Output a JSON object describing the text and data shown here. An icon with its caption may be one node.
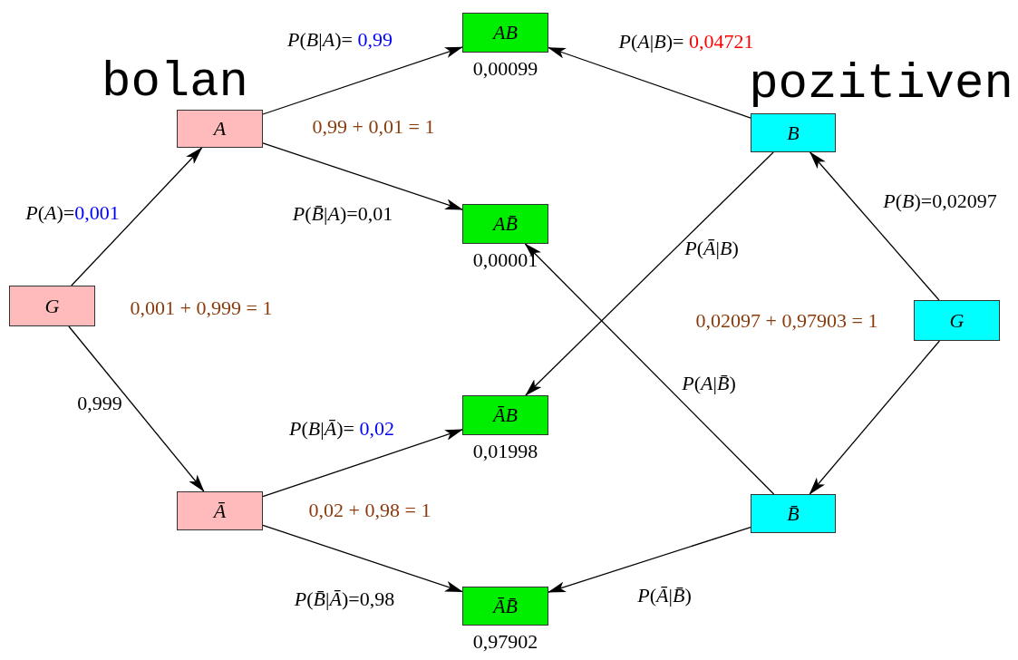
{
  "diagram": {
    "nodes": [
      {
        "text": [
          "G"
        ]
      },
      {
        "text": [
          "A"
        ]
      },
      {
        "text": [
          "Ā"
        ]
      },
      {
        "text": [
          "AB"
        ],
        "beside": [
          "0,00099"
        ]
      },
      {
        "text": [
          "AB̄"
        ],
        "beside": [
          "0,00001"
        ]
      },
      {
        "text": [
          "ĀB"
        ],
        "beside": [
          "0,01998"
        ]
      },
      {
        "text": [
          "ĀB̄"
        ],
        "beside": [
          "0,97902"
        ]
      },
      {
        "text": [
          "B"
        ]
      },
      {
        "text": [
          "B̄"
        ]
      },
      {
        "text": [
          "G"
        ]
      }
    ],
    "edges": [
      {
        "from": 0,
        "to": 1,
        "arrow": "to",
        "label": "*P*(*A*)=0,001"
      },
      {
        "from": 0,
        "to": 2,
        "arrow": "to",
        "label": "0,999"
      },
      {
        "from": 1,
        "to": 3,
        "arrow": "to",
        "label": "*P*(*B*|*A*)= 0,99"
      },
      {
        "from": 1,
        "to": 4,
        "arrow": "to",
        "label": "*P*(*B̄*|*A*)=0,01"
      },
      {
        "from": 2,
        "to": 5,
        "arrow": "to",
        "label": "*P*(*B*|*Ā*)= 0,02"
      },
      {
        "from": 2,
        "to": 6,
        "arrow": "to",
        "label": "*P*(*B̄*|*Ā*)=0,98"
      },
      {
        "from": 9,
        "to": 7,
        "arrow": "to",
        "label": "*P*(*B*)=0,02097"
      },
      {
        "from": 9,
        "to": 8,
        "arrow": "to"
      },
      {
        "from": 7,
        "to": 3,
        "arrow": "to",
        "label": "*P*(*A*|*B*)= 0,04721"
      },
      {
        "from": 7,
        "to": 5,
        "arrow": "to",
        "label": "*P*(*Ā*|*B*)"
      },
      {
        "from": 8,
        "to": 4,
        "arrow": "to",
        "label": "*P*(*A*|*B̄*)"
      },
      {
        "from": 8,
        "to": 6,
        "arrow": "to",
        "label": "*P*(*Ā*|*B̄*)"
      }
    ],
    "labels": [
      "bolan",
      "pozitiven",
      "0,99 + 0,01 = 1",
      "0,001 + 0,999 = 1",
      "0,02097 + 0,97903 = 1",
      "0,02 + 0,98 = 1"
    ]
  }
}
